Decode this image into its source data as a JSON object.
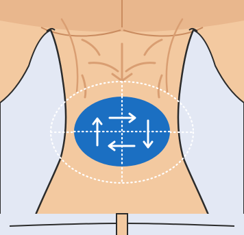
{
  "illustration": {
    "subject": "abdomen-massage-diagram",
    "colors": {
      "skin": "#f3c9a0",
      "skin_shadow": "#d99e72",
      "skin_line": "#c98b5f",
      "towel": "#e3e8f4",
      "outline": "#2b2b2b",
      "massage_area": "#1b6fc2",
      "arrows": "#ffffff",
      "guide_lines": "#ffffff",
      "background": "#ffffff"
    },
    "arrow_direction": "clockwise",
    "guide_style": "dotted",
    "icon_names": [
      "arrow-right-icon",
      "arrow-down-icon",
      "arrow-left-icon",
      "arrow-up-icon"
    ]
  }
}
